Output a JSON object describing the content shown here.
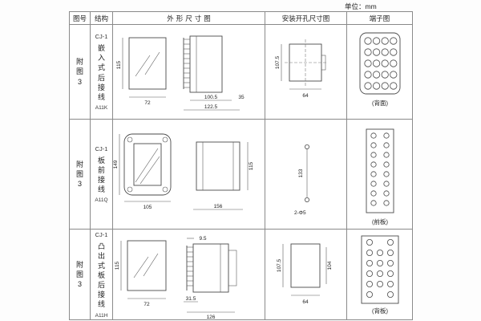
{
  "unit_label": "单位：mm",
  "headers": {
    "fig": "图号",
    "structure": "结构",
    "outline": "外形尺寸图",
    "mounting": "安装开孔尺寸图",
    "terminal": "端子图"
  },
  "rows": [
    {
      "fig": "附图3",
      "model": "CJ-1",
      "structure_vertical": "嵌入式后接线",
      "code": "A11K",
      "outline_dims": {
        "h": "115",
        "w": "72",
        "d1": "100.5",
        "d2": "122.5",
        "d3": "35"
      },
      "mounting_dims": {
        "h": "107.5",
        "w": "64"
      },
      "terminal_label": "(背面)"
    },
    {
      "fig": "附图3",
      "model": "CJ-1",
      "structure_vertical": "板前接线",
      "code": "A11Q",
      "outline_dims": {
        "h": "149",
        "w": "105",
        "d1": "156",
        "d2": "115"
      },
      "mounting_dims": {
        "h": "133",
        "note": "2-Φ5"
      },
      "terminal_label": "(前板)"
    },
    {
      "fig": "附图3",
      "model": "CJ-1",
      "structure_vertical": "凸出式板后接线",
      "code": "A11H",
      "outline_dims": {
        "h": "115",
        "w": "72",
        "d1": "31.5",
        "d2": "9.5",
        "d3": "126"
      },
      "mounting_dims": {
        "h": "107.5",
        "h2": "104",
        "w": "64"
      },
      "terminal_label": "(背板)"
    }
  ]
}
